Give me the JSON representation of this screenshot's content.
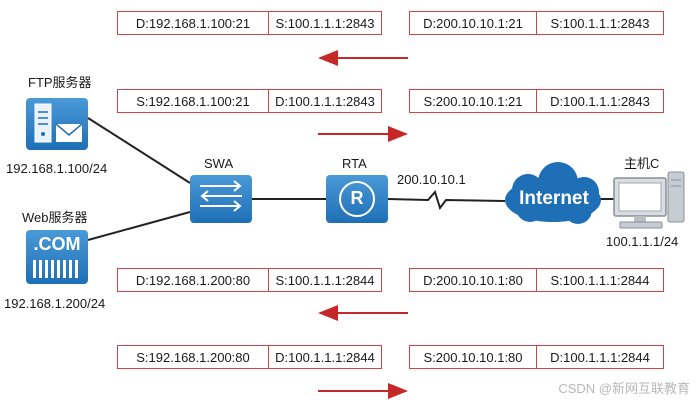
{
  "packets": [
    {
      "a": "D:192.168.1.100:21",
      "b": "S:100.1.1.1:2843"
    },
    {
      "a": "D:200.10.10.1:21",
      "b": "S:100.1.1.1:2843"
    },
    {
      "a": "S:192.168.1.100:21",
      "b": "D:100.1.1.1:2843"
    },
    {
      "a": "S:200.10.10.1:21",
      "b": "D:100.1.1.1:2843"
    },
    {
      "a": "D:192.168.1.200:80",
      "b": "S:100.1.1.1:2844"
    },
    {
      "a": "D:200.10.10.1:80",
      "b": "S:100.1.1.1:2844"
    },
    {
      "a": "S:192.168.1.200:80",
      "b": "D:100.1.1.1:2844"
    },
    {
      "a": "S:200.10.10.1:80",
      "b": "D:100.1.1.1:2844"
    }
  ],
  "nodes": {
    "ftp": {
      "name": "FTP服务器",
      "ip": "192.168.1.100/24"
    },
    "web": {
      "name": "Web服务器",
      "ip": "192.168.1.200/24",
      "icon_text": ".COM"
    },
    "swa": {
      "name": "SWA"
    },
    "rta": {
      "name": "RTA",
      "ip": "200.10.10.1",
      "icon_letter": "R"
    },
    "internet": {
      "name": "Internet"
    },
    "hostc": {
      "name": "主机C",
      "ip": "100.1.1.1/24"
    }
  },
  "watermark": "CSDN @新网互联教育",
  "colors": {
    "accent": "#d0454a",
    "device": "#1e6fb5",
    "device_light": "#4a9ad8",
    "arrow": "#c62828"
  },
  "icons": {
    "ftp": "server-mail-icon",
    "web": "web-server-icon",
    "swa": "switch-icon",
    "rta": "router-icon",
    "internet": "cloud-icon",
    "hostc": "desktop-computer-icon"
  }
}
